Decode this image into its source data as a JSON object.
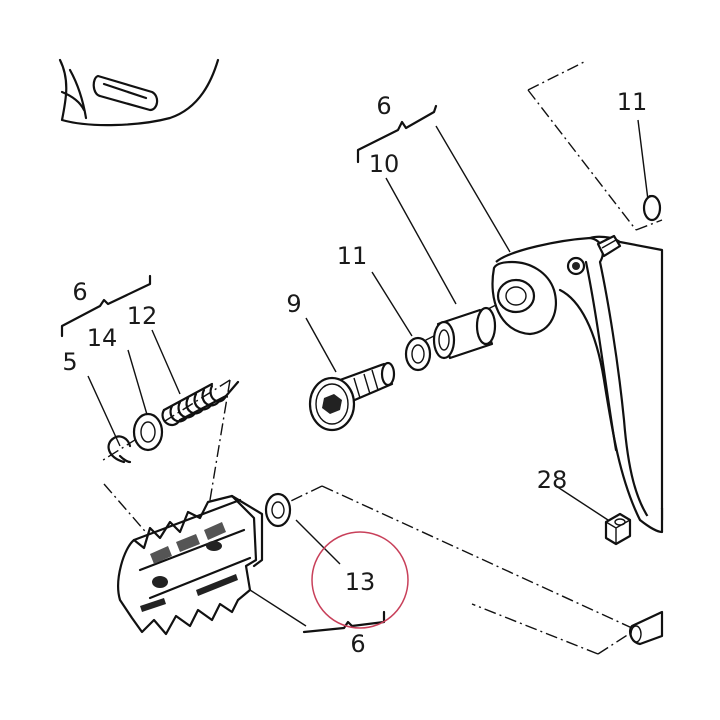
{
  "callouts": [
    {
      "id": "c-6-top",
      "text": "6"
    },
    {
      "id": "c-10",
      "text": "10"
    },
    {
      "id": "c-11-top",
      "text": "11"
    },
    {
      "id": "c-11-mid",
      "text": "11"
    },
    {
      "id": "c-9",
      "text": "9"
    },
    {
      "id": "c-6-left",
      "text": "6"
    },
    {
      "id": "c-14",
      "text": "14"
    },
    {
      "id": "c-12",
      "text": "12"
    },
    {
      "id": "c-5",
      "text": "5"
    },
    {
      "id": "c-28",
      "text": "28"
    },
    {
      "id": "c-13",
      "text": "13"
    },
    {
      "id": "c-6-bottom",
      "text": "6"
    }
  ],
  "highlight_color": "#c8405a",
  "line_color": "#111111"
}
